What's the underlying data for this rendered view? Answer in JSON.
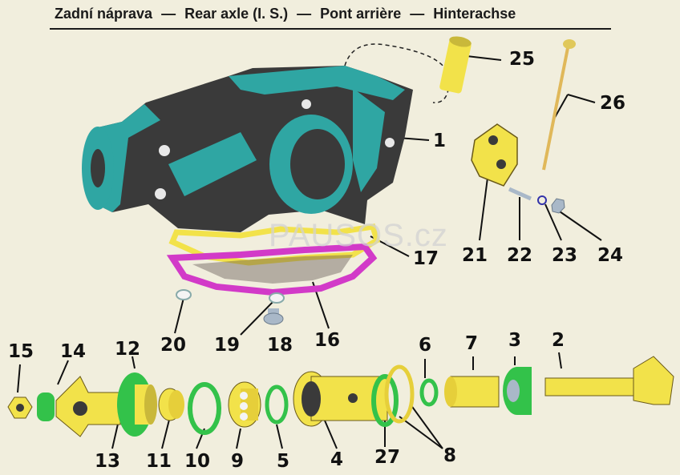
{
  "header": {
    "title_cz": "Zadní náprava",
    "sep1": "—",
    "title_en": "Rear axle (I. S.)",
    "sep2": "—",
    "title_fr": "Pont arrière",
    "sep3": "—",
    "title_de": "Hinterachse"
  },
  "watermark": "PAUSOS.cz",
  "callouts": {
    "p1": "1",
    "p2": "2",
    "p3": "3",
    "p4": "4",
    "p5": "5",
    "p6": "6",
    "p7": "7",
    "p8": "8",
    "p9": "9",
    "p10": "10",
    "p11": "11",
    "p12": "12",
    "p13": "13",
    "p14": "14",
    "p15": "15",
    "p16": "16",
    "p17": "17",
    "p18": "18",
    "p19": "19",
    "p20": "20",
    "p21": "21",
    "p22": "22",
    "p23": "23",
    "p24": "24",
    "p25": "25",
    "p26": "26",
    "p27": "27"
  },
  "colors": {
    "housing": "#2fa6a3",
    "housing_dark": "#3a3a3a",
    "yellow": "#f2e24a",
    "green": "#33c24a",
    "magenta": "#d23ac8",
    "steel": "#a9b8c8"
  }
}
